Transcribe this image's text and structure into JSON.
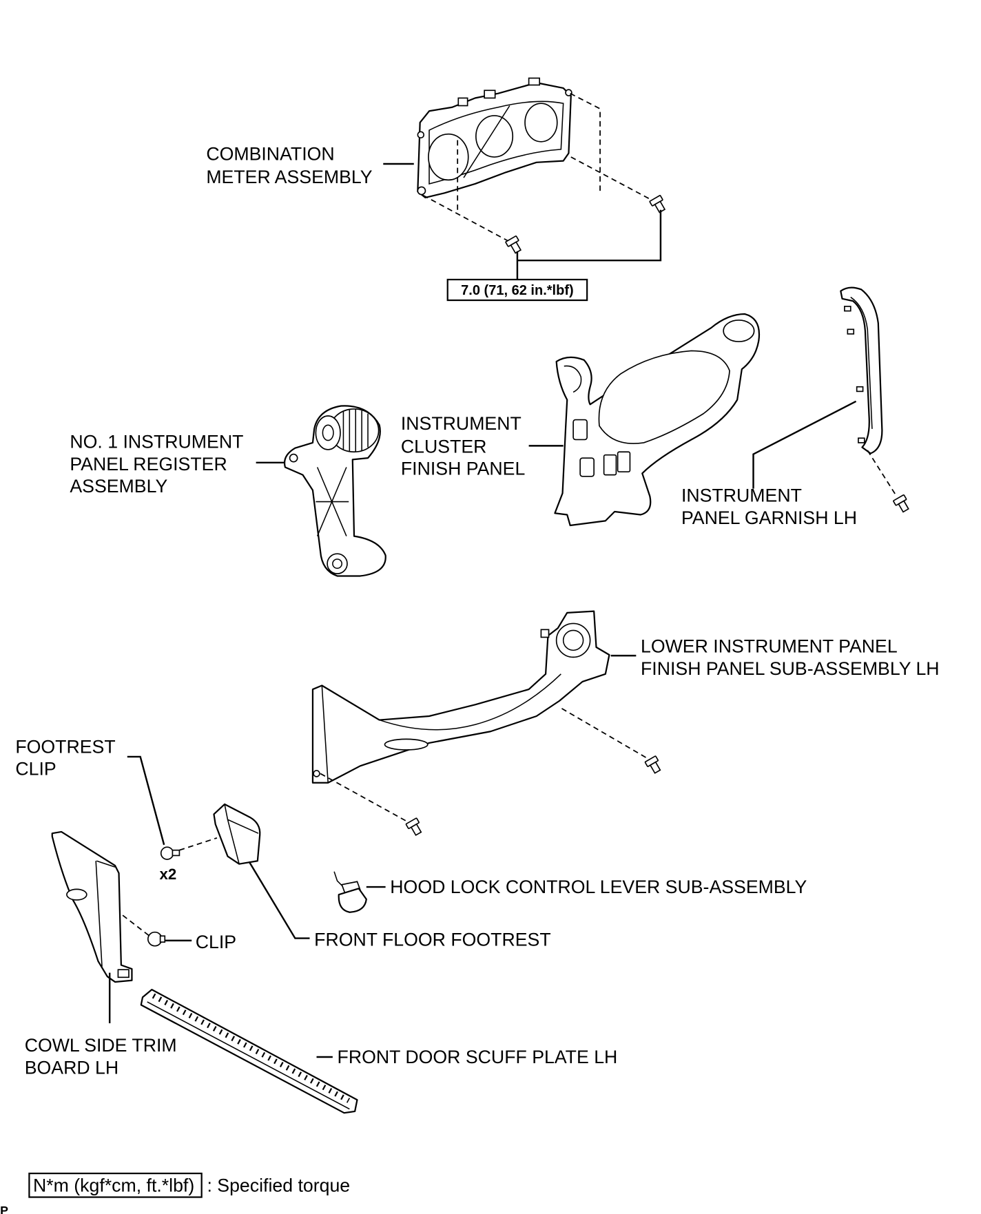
{
  "labels": {
    "combination_meter": [
      "COMBINATION",
      "METER ASSEMBLY"
    ],
    "cluster_finish_panel": [
      "INSTRUMENT",
      "CLUSTER",
      "FINISH PANEL"
    ],
    "register": [
      "NO. 1 INSTRUMENT",
      "PANEL REGISTER",
      "ASSEMBLY"
    ],
    "garnish": [
      "INSTRUMENT",
      "PANEL GARNISH LH"
    ],
    "lower_finish_panel": [
      "LOWER INSTRUMENT PANEL",
      "FINISH PANEL SUB-ASSEMBLY LH"
    ],
    "footrest_clip": [
      "FOOTREST",
      "CLIP"
    ],
    "hood_lock": "HOOD LOCK CONTROL LEVER SUB-ASSEMBLY",
    "clip": "CLIP",
    "front_floor_footrest": "FRONT FLOOR FOOTREST",
    "cowl_side_trim": [
      "COWL SIDE TRIM",
      "BOARD LH"
    ],
    "scuff_plate": "FRONT DOOR SCUFF PLATE LH"
  },
  "torque_spec": "7.0 (71, 62 in.*lbf)",
  "footrest_clip_quantity": "x2",
  "legend": {
    "unit_box": "N*m (kgf*cm, ft.*lbf)",
    "description": ": Specified torque"
  },
  "corner_mark": "P"
}
